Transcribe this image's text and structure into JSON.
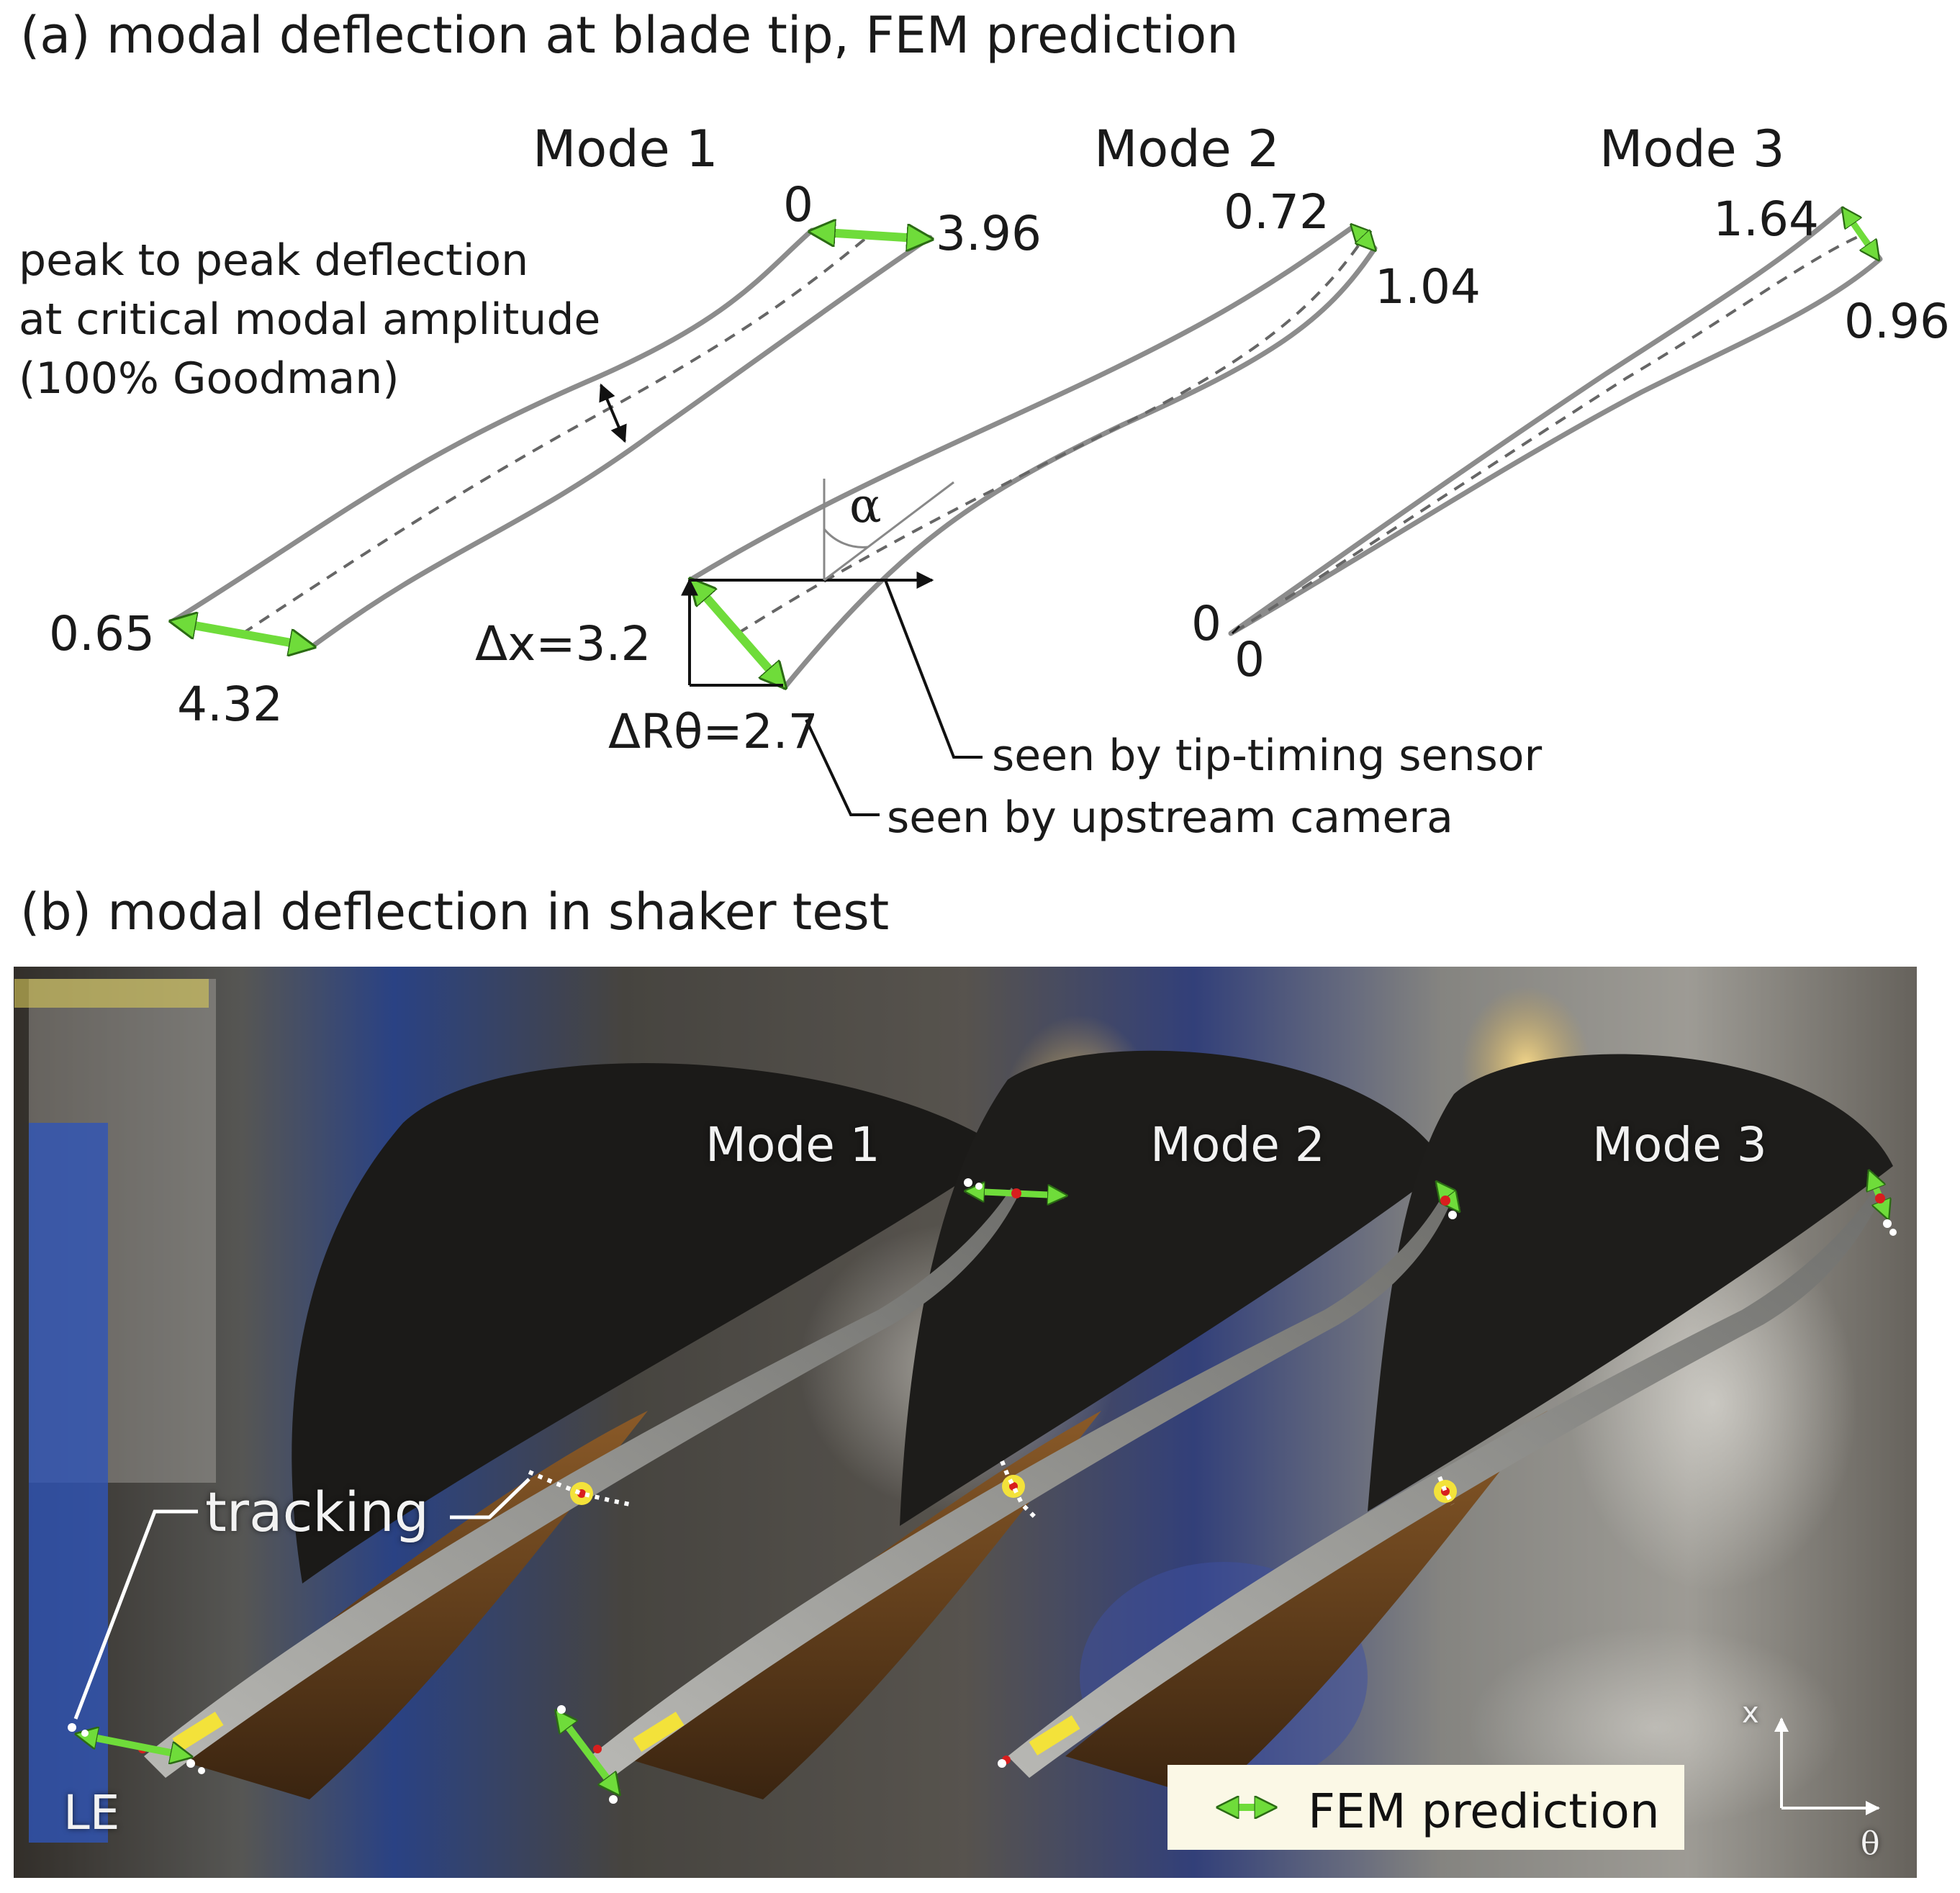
{
  "panel_a": {
    "heading": "(a) modal deflection at blade tip, FEM prediction",
    "modes": [
      "Mode 1",
      "Mode 2",
      "Mode 3"
    ],
    "note_lines": [
      "peak to peak deflection",
      "at critical modal amplitude",
      "(100% Goodman)"
    ],
    "mode1": {
      "tip_left": "0",
      "tip_right": "3.96",
      "root_left": "0.65",
      "root_right": "4.32"
    },
    "mode2": {
      "tip_top": "0.72",
      "tip_bottom": "1.04",
      "dx": "Δx=3.2",
      "drtheta": "ΔRθ=2.7",
      "alpha": "α"
    },
    "mode3": {
      "tip_top": "1.64",
      "tip_bottom": "0.96",
      "root_a": "0",
      "root_b": "0"
    },
    "callouts": {
      "tip_timing": "seen by tip-timing sensor",
      "camera": "seen by upstream camera"
    }
  },
  "panel_b": {
    "heading": "(b) modal deflection in shaker test",
    "modes": [
      "Mode 1",
      "Mode 2",
      "Mode 3"
    ],
    "tracking": "tracking",
    "le": "LE",
    "legend": "FEM prediction",
    "axis_x": "x",
    "axis_theta": "θ"
  },
  "colors": {
    "blade_outline": "#8c8c8c",
    "arrow_green": "#6fdc3a",
    "legend_bg": "#fbf8e6",
    "marker_yellow": "#f3e23a",
    "marker_red": "#d81e1e"
  }
}
